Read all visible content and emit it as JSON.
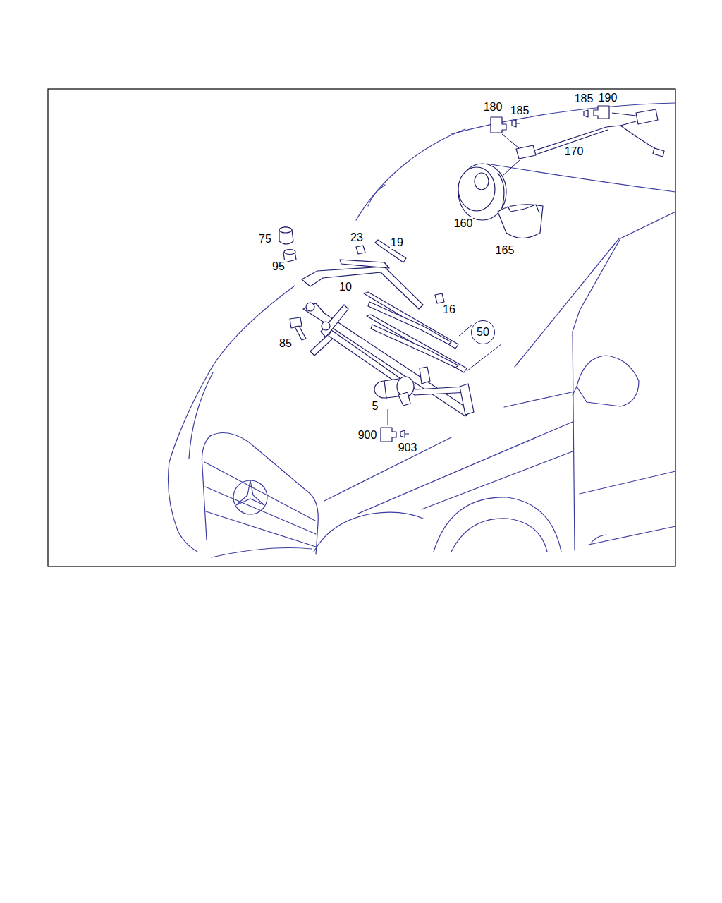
{
  "diagram": {
    "nodes": [
      {
        "text": [
          "50"
        ]
      }
    ],
    "labels": [
      "185",
      "190",
      "180",
      "185",
      "170",
      "160",
      "165",
      "75",
      "23",
      "19",
      "95",
      "10",
      "16",
      "85",
      "5",
      "900",
      "903"
    ]
  }
}
